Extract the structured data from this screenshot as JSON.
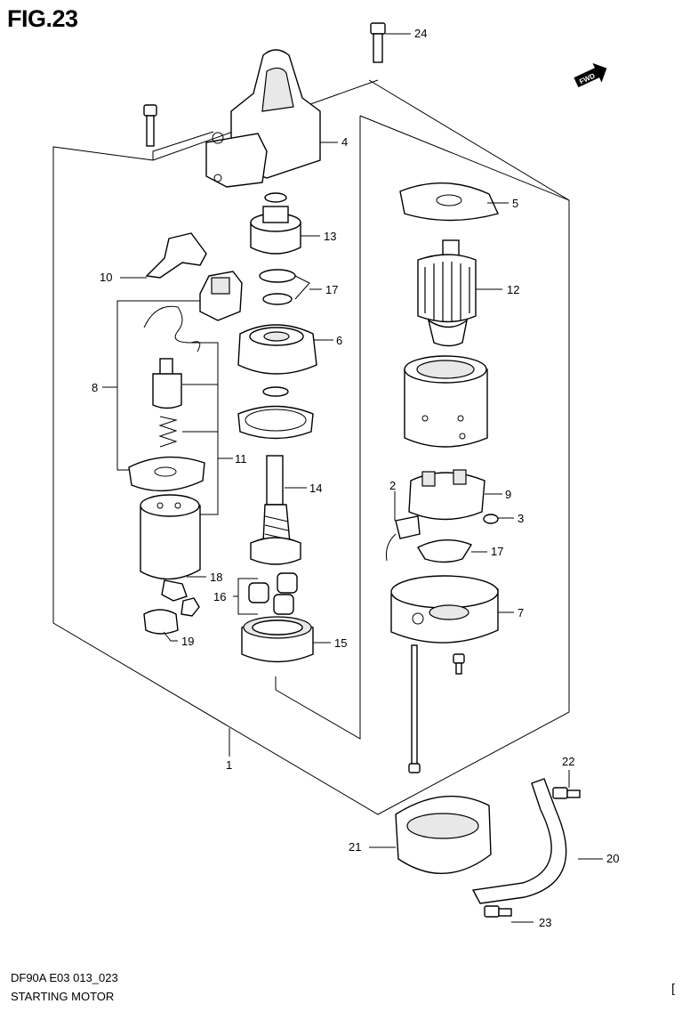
{
  "figure": {
    "title": "FIG.23",
    "model_code": "DF90A E03 013_023",
    "section_name": "STARTING MOTOR",
    "corner_mark": "["
  },
  "direction_badge": "FWD",
  "callouts": [
    {
      "id": "24",
      "text": "24"
    },
    {
      "id": "4",
      "text": "4"
    },
    {
      "id": "5",
      "text": "5"
    },
    {
      "id": "13",
      "text": "13"
    },
    {
      "id": "10",
      "text": "10"
    },
    {
      "id": "17a",
      "text": "17"
    },
    {
      "id": "12",
      "text": "12"
    },
    {
      "id": "8",
      "text": "8"
    },
    {
      "id": "6",
      "text": "6"
    },
    {
      "id": "11",
      "text": "11"
    },
    {
      "id": "14",
      "text": "14"
    },
    {
      "id": "2",
      "text": "2"
    },
    {
      "id": "9",
      "text": "9"
    },
    {
      "id": "3",
      "text": "3"
    },
    {
      "id": "17b",
      "text": "17"
    },
    {
      "id": "18",
      "text": "18"
    },
    {
      "id": "16",
      "text": "16"
    },
    {
      "id": "7",
      "text": "7"
    },
    {
      "id": "19",
      "text": "19"
    },
    {
      "id": "15",
      "text": "15"
    },
    {
      "id": "1",
      "text": "1"
    },
    {
      "id": "22",
      "text": "22"
    },
    {
      "id": "21",
      "text": "21"
    },
    {
      "id": "20",
      "text": "20"
    },
    {
      "id": "23",
      "text": "23"
    }
  ]
}
